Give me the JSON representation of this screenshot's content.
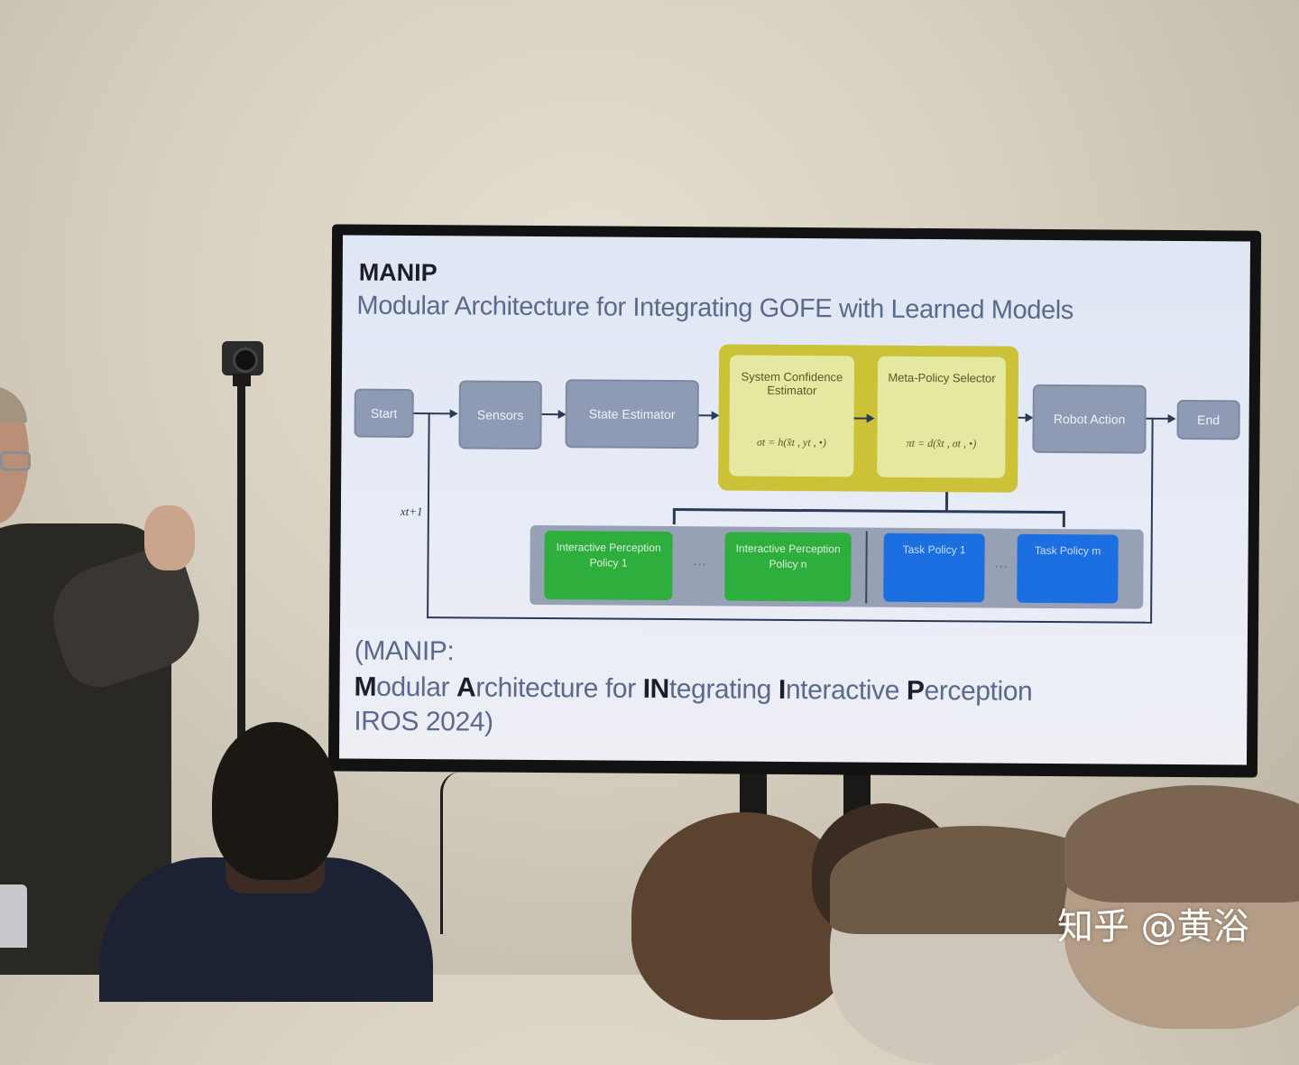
{
  "slide": {
    "title": "MANIP",
    "subtitle": "Modular Architecture for Integrating GOFE with Learned Models",
    "nodes": {
      "start": "Start",
      "sensors": "Sensors",
      "state_estimator": "State Estimator",
      "system_confidence": "System Confidence Estimator",
      "system_confidence_eq": "σt = h(x̂t , yt , •)",
      "meta_policy": "Meta-Policy Selector",
      "meta_policy_eq": "πt = d(x̂t , σt , •)",
      "robot_action": "Robot Action",
      "end": "End"
    },
    "policies": [
      {
        "label": "Interactive Perception Policy 1",
        "color": "green"
      },
      {
        "label": "Interactive Perception Policy n",
        "color": "green"
      },
      {
        "label": "Task Policy 1",
        "color": "blue"
      },
      {
        "label": "Task Policy m",
        "color": "blue"
      }
    ],
    "feedback_label": "xt+1",
    "footer_line1": "(MANIP:",
    "footer_line2": {
      "w1_cap": "M",
      "w1": "odular ",
      "w2_cap": "A",
      "w2": "rchitecture for ",
      "w3_cap": "IN",
      "w3": "tegrating ",
      "w4_cap": "I",
      "w4": "nteractive ",
      "w5_cap": "P",
      "w5": "erception"
    },
    "footer_line3": "IROS 2024)"
  },
  "colors": {
    "screen_bg": "#e4e9f4",
    "node_gray": "#8f9bb4",
    "yellow_block": "#cbc237",
    "green_policy": "#2eae3c",
    "blue_policy": "#1b6fe0"
  },
  "watermark": "知乎 @黄浴"
}
